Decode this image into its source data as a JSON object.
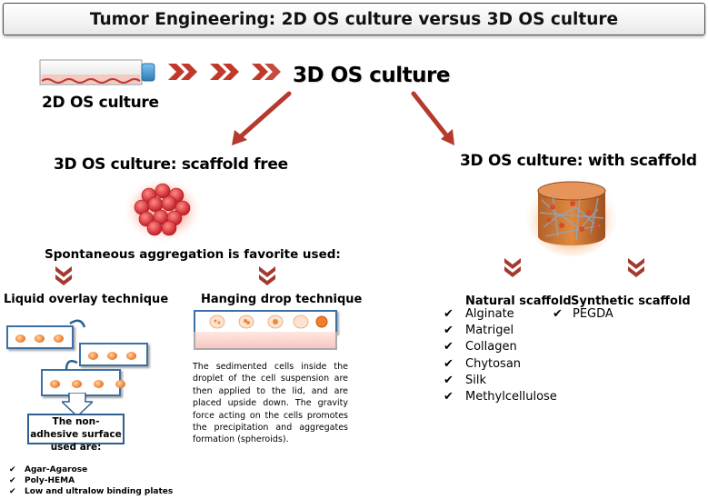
{
  "title": "Tumor Engineering: 2D OS culture versus 3D OS culture",
  "two_d_label": "2D OS culture",
  "three_d_label": "3D OS culture",
  "scaffold_free": {
    "heading": "3D OS culture: scaffold free",
    "aggregation_text": "Spontaneous aggregation is favorite used:",
    "liquid_overlay": {
      "heading": "Liquid overlay technique",
      "note": "The non-adhesive surface used are:",
      "items": [
        "Agar-Agarose",
        "Poly-HEMA",
        "Low and ultralow binding plates"
      ]
    },
    "hanging_drop": {
      "heading": "Hanging drop technique",
      "description": "The sedimented cells inside the droplet of the cell suspension are then applied to the lid, and are placed upside down. The gravity force acting on the cells promotes the precipitation and aggregates formation (spheroids)."
    }
  },
  "with_scaffold": {
    "heading": "3D OS culture: with scaffold",
    "natural": {
      "heading": "Natural scaffold",
      "items": [
        "Alginate",
        "Matrigel",
        "Collagen",
        "Chytosan",
        "Silk",
        "Methylcellulose"
      ]
    },
    "synthetic": {
      "heading": "Synthetic scaffold",
      "items": [
        "PEGDA"
      ]
    }
  },
  "colors": {
    "arrow_red": "#b53a2d",
    "chevron": "#a33a2f",
    "dish_border": "#3b6fa5",
    "cell_orange": "#f18a3b"
  },
  "icons": {
    "check": "✔"
  }
}
